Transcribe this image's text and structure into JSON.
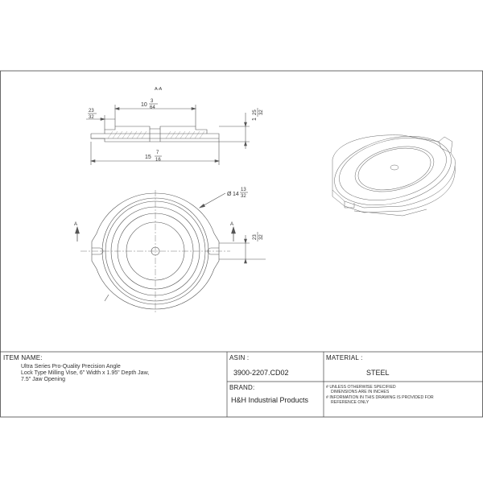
{
  "drawing": {
    "section_label": "A-A",
    "section_marker": "A",
    "dimensions": {
      "top_width": {
        "whole": "10",
        "num": "3",
        "den": "64"
      },
      "left_offset": {
        "num": "23",
        "den": "32"
      },
      "height": {
        "whole": "1",
        "num": "25",
        "den": "32"
      },
      "overall_width": {
        "whole": "15",
        "num": "7",
        "den": "16"
      },
      "diameter": {
        "symbol": "Ø",
        "whole": "14",
        "num": "13",
        "den": "32"
      },
      "slot_width": {
        "num": "23",
        "den": "32"
      }
    }
  },
  "title_block": {
    "item_name_label": "ITEM NAME:",
    "item_name_lines": [
      "Ultra Series Pro-Quality Precision Angle",
      "Lock Type Milling Vise, 6\" Width x 1.95\" Depth Jaw,",
      "7.5\" Jaw Opening"
    ],
    "asin_label": "ASIN :",
    "asin_value": "3900-2207.CD02",
    "material_label": "MATERIAL :",
    "material_value": "STEEL",
    "brand_label": "BRAND:",
    "brand_value": "H&H Industrial Products",
    "notes": [
      "# UNLESS OTHERWISE SPECIFIED",
      "DIMENSIONS ARE IN INCHES",
      "# INFORMATION IN THIS DRAWING IS PROVIDED FOR",
      "REFERENCE ONLY"
    ]
  }
}
